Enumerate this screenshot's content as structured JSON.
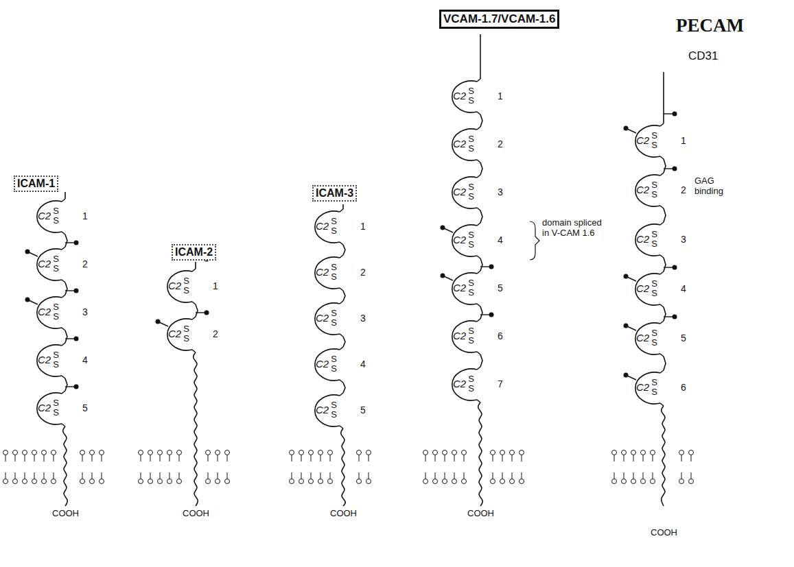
{
  "diagram": {
    "nodes": [
      {
        "text": [
          "C2",
          "S S",
          "1"
        ]
      },
      {
        "text": [
          "C2",
          "S S",
          "2"
        ]
      },
      {
        "text": [
          "C2",
          "S S",
          "3"
        ]
      },
      {
        "text": [
          "C2",
          "S S",
          "4"
        ]
      },
      {
        "text": [
          "C2",
          "S S",
          "5"
        ]
      },
      {
        "text": [
          "C2",
          "S S",
          "1"
        ]
      },
      {
        "text": [
          "C2",
          "S S",
          "2"
        ]
      },
      {
        "text": [
          "C2",
          "S S",
          "1"
        ]
      },
      {
        "text": [
          "C2",
          "S S",
          "2"
        ]
      },
      {
        "text": [
          "C2",
          "S S",
          "3"
        ]
      },
      {
        "text": [
          "C2",
          "S S",
          "4"
        ]
      },
      {
        "text": [
          "C2",
          "S S",
          "5"
        ]
      },
      {
        "text": [
          "C2",
          "S S",
          "1"
        ]
      },
      {
        "text": [
          "C2",
          "S S",
          "2"
        ]
      },
      {
        "text": [
          "C2",
          "S S",
          "3"
        ]
      },
      {
        "text": [
          "C2",
          "S S",
          "4"
        ]
      },
      {
        "text": [
          "C2",
          "S S",
          "5"
        ]
      },
      {
        "text": [
          "C2",
          "S S",
          "6"
        ]
      },
      {
        "text": [
          "C2",
          "S S",
          "7"
        ]
      },
      {
        "text": [
          "C2",
          "S S",
          "1"
        ]
      },
      {
        "text": [
          "C2",
          "S S",
          "2"
        ]
      },
      {
        "text": [
          "C2",
          "S S",
          "3"
        ]
      },
      {
        "text": [
          "C2",
          "S S",
          "4"
        ]
      },
      {
        "text": [
          "C2",
          "S S",
          "5"
        ]
      },
      {
        "text": [
          "C2",
          "S S",
          "6"
        ]
      }
    ],
    "edges": [
      {
        "from": 0,
        "to": 1,
        "arrow": "none"
      },
      {
        "from": 1,
        "to": 2,
        "arrow": "none"
      },
      {
        "from": 2,
        "to": 3,
        "arrow": "none"
      },
      {
        "from": 3,
        "to": 4,
        "arrow": "none"
      },
      {
        "from": 5,
        "to": 6,
        "arrow": "none"
      },
      {
        "from": 7,
        "to": 8,
        "arrow": "none"
      },
      {
        "from": 8,
        "to": 9,
        "arrow": "none"
      },
      {
        "from": 9,
        "to": 10,
        "arrow": "none"
      },
      {
        "from": 10,
        "to": 11,
        "arrow": "none"
      },
      {
        "from": 12,
        "to": 13,
        "arrow": "none"
      },
      {
        "from": 13,
        "to": 14,
        "arrow": "none"
      },
      {
        "from": 14,
        "to": 15,
        "arrow": "none"
      },
      {
        "from": 15,
        "to": 16,
        "arrow": "none"
      },
      {
        "from": 16,
        "to": 17,
        "arrow": "none"
      },
      {
        "from": 17,
        "to": 18,
        "arrow": "none"
      },
      {
        "from": 19,
        "to": 20,
        "arrow": "none"
      },
      {
        "from": 20,
        "to": 21,
        "arrow": "none"
      },
      {
        "from": 21,
        "to": 22,
        "arrow": "none"
      },
      {
        "from": 22,
        "to": 23,
        "arrow": "none"
      },
      {
        "from": 23,
        "to": 24,
        "arrow": "none"
      }
    ],
    "labels": [
      "ICAM-1",
      "ICAM-2",
      "ICAM-3",
      "VCAM-1.7/VCAM-1.6",
      "PECAM",
      "CD31",
      "domain spliced in V-CAM 1.6",
      "GAG binding",
      "COOH",
      "COOH",
      "COOH",
      "COOH",
      "COOH"
    ]
  }
}
